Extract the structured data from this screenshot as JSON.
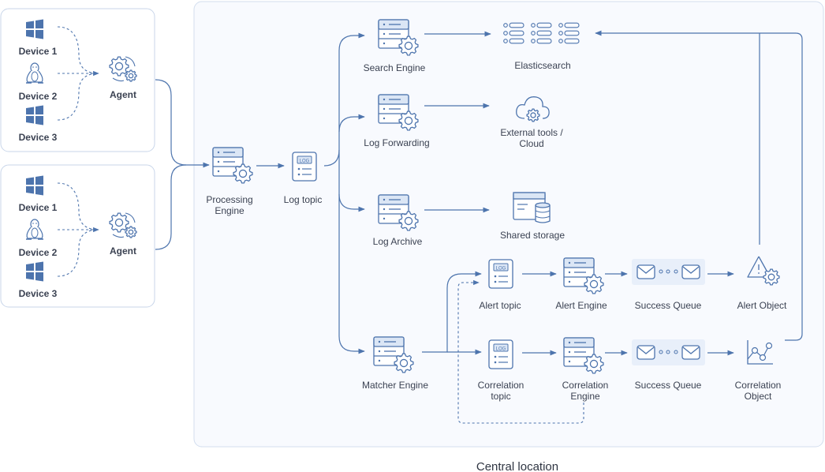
{
  "colors": {
    "stroke": "#4d74ad",
    "fill_light": "#dbe6f5",
    "panel_bg": "#f8fafe",
    "panel_border": "#c9d6ea",
    "text": "#3b4252"
  },
  "source_groups": [
    {
      "devices": [
        {
          "label": "Device 1",
          "icon": "windows-icon"
        },
        {
          "label": "Device 2",
          "icon": "linux-icon"
        },
        {
          "label": "Device 3",
          "icon": "windows-icon"
        }
      ],
      "agent": "Agent"
    },
    {
      "devices": [
        {
          "label": "Device 1",
          "icon": "windows-icon"
        },
        {
          "label": "Device 2",
          "icon": "linux-icon"
        },
        {
          "label": "Device 3",
          "icon": "windows-icon"
        }
      ],
      "agent": "Agent"
    }
  ],
  "central": {
    "title": "Central location",
    "processing_engine": [
      "Processing",
      "Engine"
    ],
    "log_topic": "Log topic",
    "search_engine": "Search Engine",
    "elasticsearch": "Elasticsearch",
    "log_forwarding": "Log Forwarding",
    "external_tools": [
      "External tools /",
      "Cloud"
    ],
    "log_archive": "Log Archive",
    "shared_storage": "Shared storage",
    "matcher_engine": "Matcher Engine",
    "alert_topic": "Alert topic",
    "alert_engine": "Alert Engine",
    "success_queue_1": "Success Queue",
    "alert_object": "Alert Object",
    "correlation_topic": [
      "Correlation",
      "topic"
    ],
    "correlation_engine": [
      "Correlation",
      "Engine"
    ],
    "success_queue_2": "Success Queue",
    "correlation_object": [
      "Correlation",
      "Object"
    ],
    "log_badge": "LOG"
  }
}
